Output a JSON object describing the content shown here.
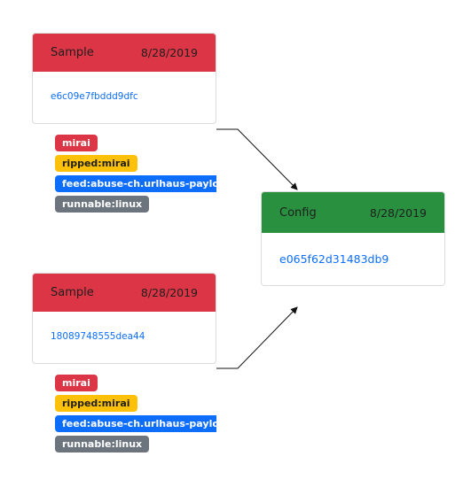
{
  "samples": [
    {
      "title": "Sample",
      "date": "8/28/2019",
      "hash": "e6c09e7fbddd9dfc",
      "tags": [
        {
          "label": "mirai",
          "color": "red"
        },
        {
          "label": "ripped:mirai",
          "color": "yellow"
        },
        {
          "label": "feed:abuse-ch.urlhaus-payload",
          "color": "blue"
        },
        {
          "label": "runnable:linux",
          "color": "gray"
        }
      ]
    },
    {
      "title": "Sample",
      "date": "8/28/2019",
      "hash": "18089748555dea44",
      "tags": [
        {
          "label": "mirai",
          "color": "red"
        },
        {
          "label": "ripped:mirai",
          "color": "yellow"
        },
        {
          "label": "feed:abuse-ch.urlhaus-payload",
          "color": "blue"
        },
        {
          "label": "runnable:linux",
          "color": "gray"
        }
      ]
    }
  ],
  "config": {
    "title": "Config",
    "date": "8/28/2019",
    "hash": "e065f62d31483db9"
  },
  "colors": {
    "sample_header": "#dc3545",
    "config_header": "#28903f",
    "link": "#0d6efd",
    "tag_red": "#dc3545",
    "tag_yellow": "#ffc107",
    "tag_blue": "#0d6efd",
    "tag_gray": "#6c757d"
  }
}
